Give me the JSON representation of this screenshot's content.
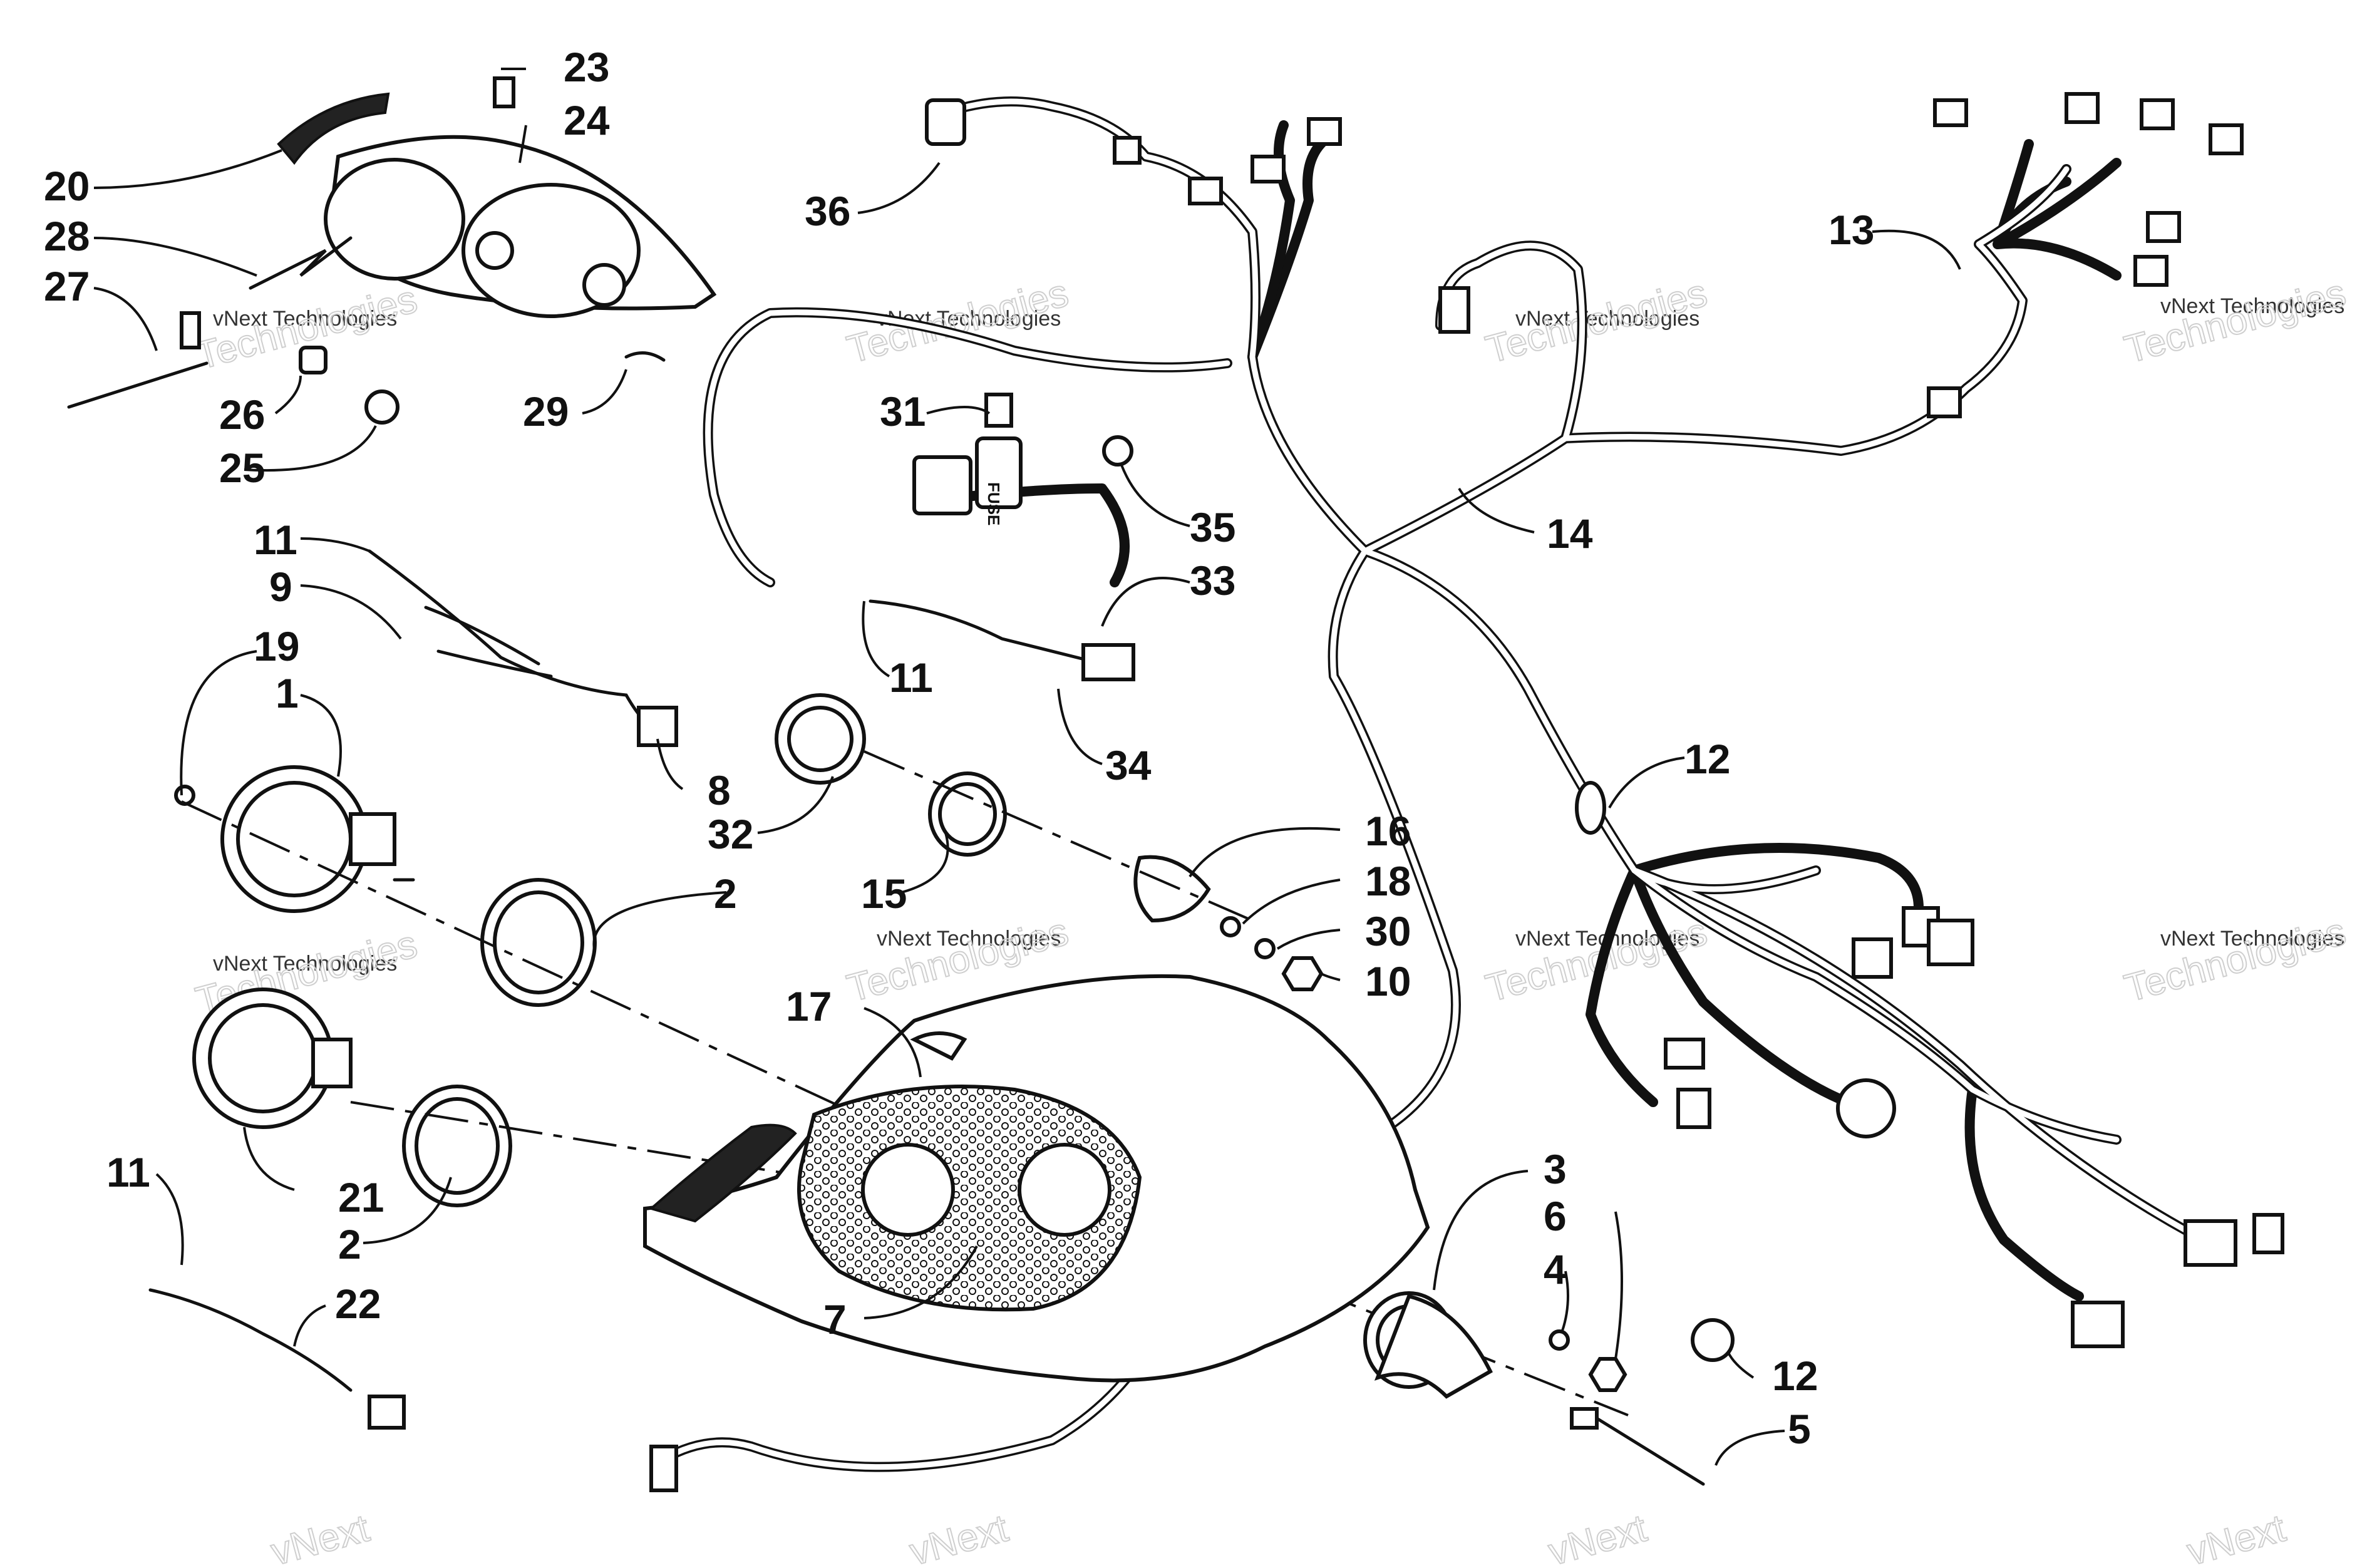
{
  "watermark": {
    "small": "vNext Technologies",
    "large": "Technologies",
    "large_top": "vNext"
  },
  "fuse_label": "FUSE",
  "callouts": [
    {
      "key": "c23",
      "text": "23"
    },
    {
      "key": "c24",
      "text": "24"
    },
    {
      "key": "c20",
      "text": "20"
    },
    {
      "key": "c28",
      "text": "28"
    },
    {
      "key": "c27",
      "text": "27"
    },
    {
      "key": "c26",
      "text": "26"
    },
    {
      "key": "c29",
      "text": "29"
    },
    {
      "key": "c25",
      "text": "25"
    },
    {
      "key": "c36",
      "text": "36"
    },
    {
      "key": "c31",
      "text": "31"
    },
    {
      "key": "c35",
      "text": "35"
    },
    {
      "key": "c33",
      "text": "33"
    },
    {
      "key": "c11a",
      "text": "11"
    },
    {
      "key": "c34",
      "text": "34"
    },
    {
      "key": "c14",
      "text": "14"
    },
    {
      "key": "c13",
      "text": "13"
    },
    {
      "key": "c11b",
      "text": "11"
    },
    {
      "key": "c9",
      "text": "9"
    },
    {
      "key": "c19",
      "text": "19"
    },
    {
      "key": "c1",
      "text": "1"
    },
    {
      "key": "c8",
      "text": "8"
    },
    {
      "key": "c32",
      "text": "32"
    },
    {
      "key": "c2a",
      "text": "2"
    },
    {
      "key": "c15",
      "text": "15"
    },
    {
      "key": "c16",
      "text": "16"
    },
    {
      "key": "c18",
      "text": "18"
    },
    {
      "key": "c30",
      "text": "30"
    },
    {
      "key": "c10",
      "text": "10"
    },
    {
      "key": "c12a",
      "text": "12"
    },
    {
      "key": "c17",
      "text": "17"
    },
    {
      "key": "c21",
      "text": "21"
    },
    {
      "key": "c2b",
      "text": "2"
    },
    {
      "key": "c11c",
      "text": "11"
    },
    {
      "key": "c22",
      "text": "22"
    },
    {
      "key": "c7",
      "text": "7"
    },
    {
      "key": "c3",
      "text": "3"
    },
    {
      "key": "c6",
      "text": "6"
    },
    {
      "key": "c4",
      "text": "4"
    },
    {
      "key": "c12b",
      "text": "12"
    },
    {
      "key": "c5",
      "text": "5"
    }
  ]
}
